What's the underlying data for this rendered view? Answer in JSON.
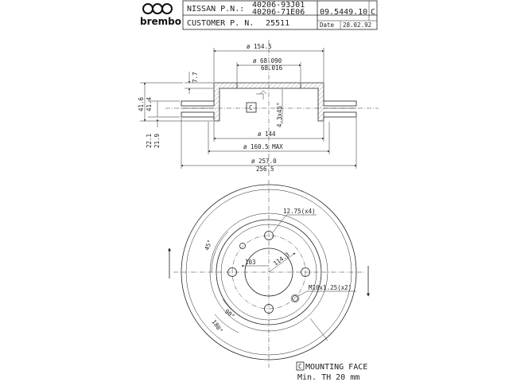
{
  "title_block": {
    "brand": "brembo",
    "nissan_label": "NISSAN P.N.:",
    "nissan_pn_1": "40206-93J01",
    "nissan_pn_2": "40206-71E06",
    "customer_label": "CUSTOMER P. N.",
    "customer_pn": "25511",
    "part_number": "09.5449.10",
    "revision": "C",
    "date_label": "Date",
    "date_value": "28.02.92"
  },
  "dimensions": {
    "d_154_5": "ø 154.5",
    "d_68_090": "ø 68.090",
    "d_68_016": "68.016",
    "h_7_7": "7.7",
    "h_41_6": "41.6",
    "h_41_4": "41.4",
    "chamfer": "4.3x45°",
    "h_22_1": "22.1",
    "h_21_9": "21.9",
    "d_144": "ø 144",
    "d_160_5": "ø 160.5 MAX",
    "d_257_0": "ø 257.0",
    "d_256_5": "256.5",
    "holes": "12.75(x4)",
    "angle_45": "45°",
    "pcd_103": "103",
    "pcd_114_3": "114.3",
    "thread": "M10x1.25(x2)",
    "angle_90": "90°",
    "angle_180": "180°",
    "mark_c": "C"
  },
  "notes": {
    "mounting_face_marker": "C",
    "mounting_face": "MOUNTING FACE",
    "min_th": "Min. TH 20   mm"
  }
}
